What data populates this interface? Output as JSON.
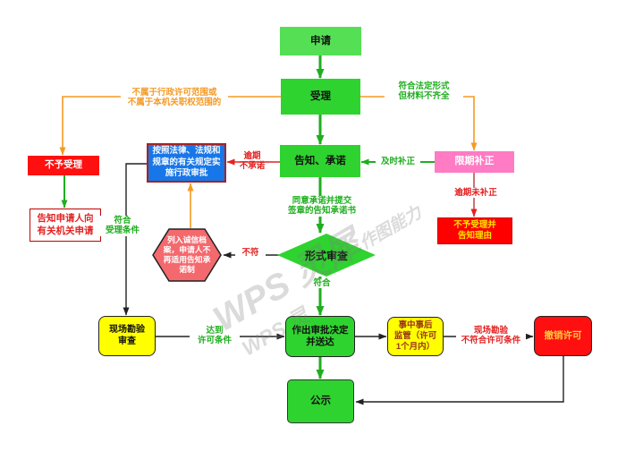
{
  "diagram": {
    "type": "flowchart",
    "watermark": {
      "wm1": "WPS 灵犀",
      "wm2": "作图能力",
      "wm3": "WPS 灵"
    },
    "nodes": {
      "apply": "申请",
      "accept": "受理",
      "notify_commit": "告知、承诺",
      "per_law": "按照法律、法规和\n规章的有关规定实\n施行政审批",
      "credit_file": "列入诚信档\n案，申请人不\n再适用告知承\n诺制",
      "formal_review": "形式审查",
      "reject": "不予受理",
      "inform_other": "告知申请人向\n有关机关申请",
      "deadline_correct": "限期补正",
      "reject_inform": "不予受理并\n告知理由",
      "onsite_review": "现场勘验\n审查",
      "decision": "作出审批决定\n并送达",
      "supervision": "事中事后\n监管（许可\n1个月内）",
      "revoke": "撤销许可",
      "publicity": "公示"
    },
    "edge_labels": {
      "out_of_scope": "不属于行政许可范围或\n不属于本机关职权范围的",
      "meet_form": "符合法定形式\n但材料不齐全",
      "timely_correct": "及时补正",
      "overdue_no_commit": "逾期\n不承诺",
      "overdue_no_correct": "逾期未补正",
      "agree_commit": "同意承诺并提交\n签章的告知承诺书",
      "meet_accept": "符合\n受理条件",
      "not_meet": "不符",
      "meet": "符合",
      "reach_cond": "达到\n许可条件",
      "onsite_fail": "现场勘验\n不符合许可条件"
    },
    "colors": {
      "main_green": "#2fd32f",
      "light_green": "#55df55",
      "yellow": "#ffff00",
      "red": "#ff1010",
      "pink": "#ff7bc4",
      "blue_fill": "#1877e8",
      "salmon": "#f4696e",
      "orange_line": "#f59a23",
      "green_label": "#1fae1f",
      "red_label": "#e32222"
    }
  }
}
